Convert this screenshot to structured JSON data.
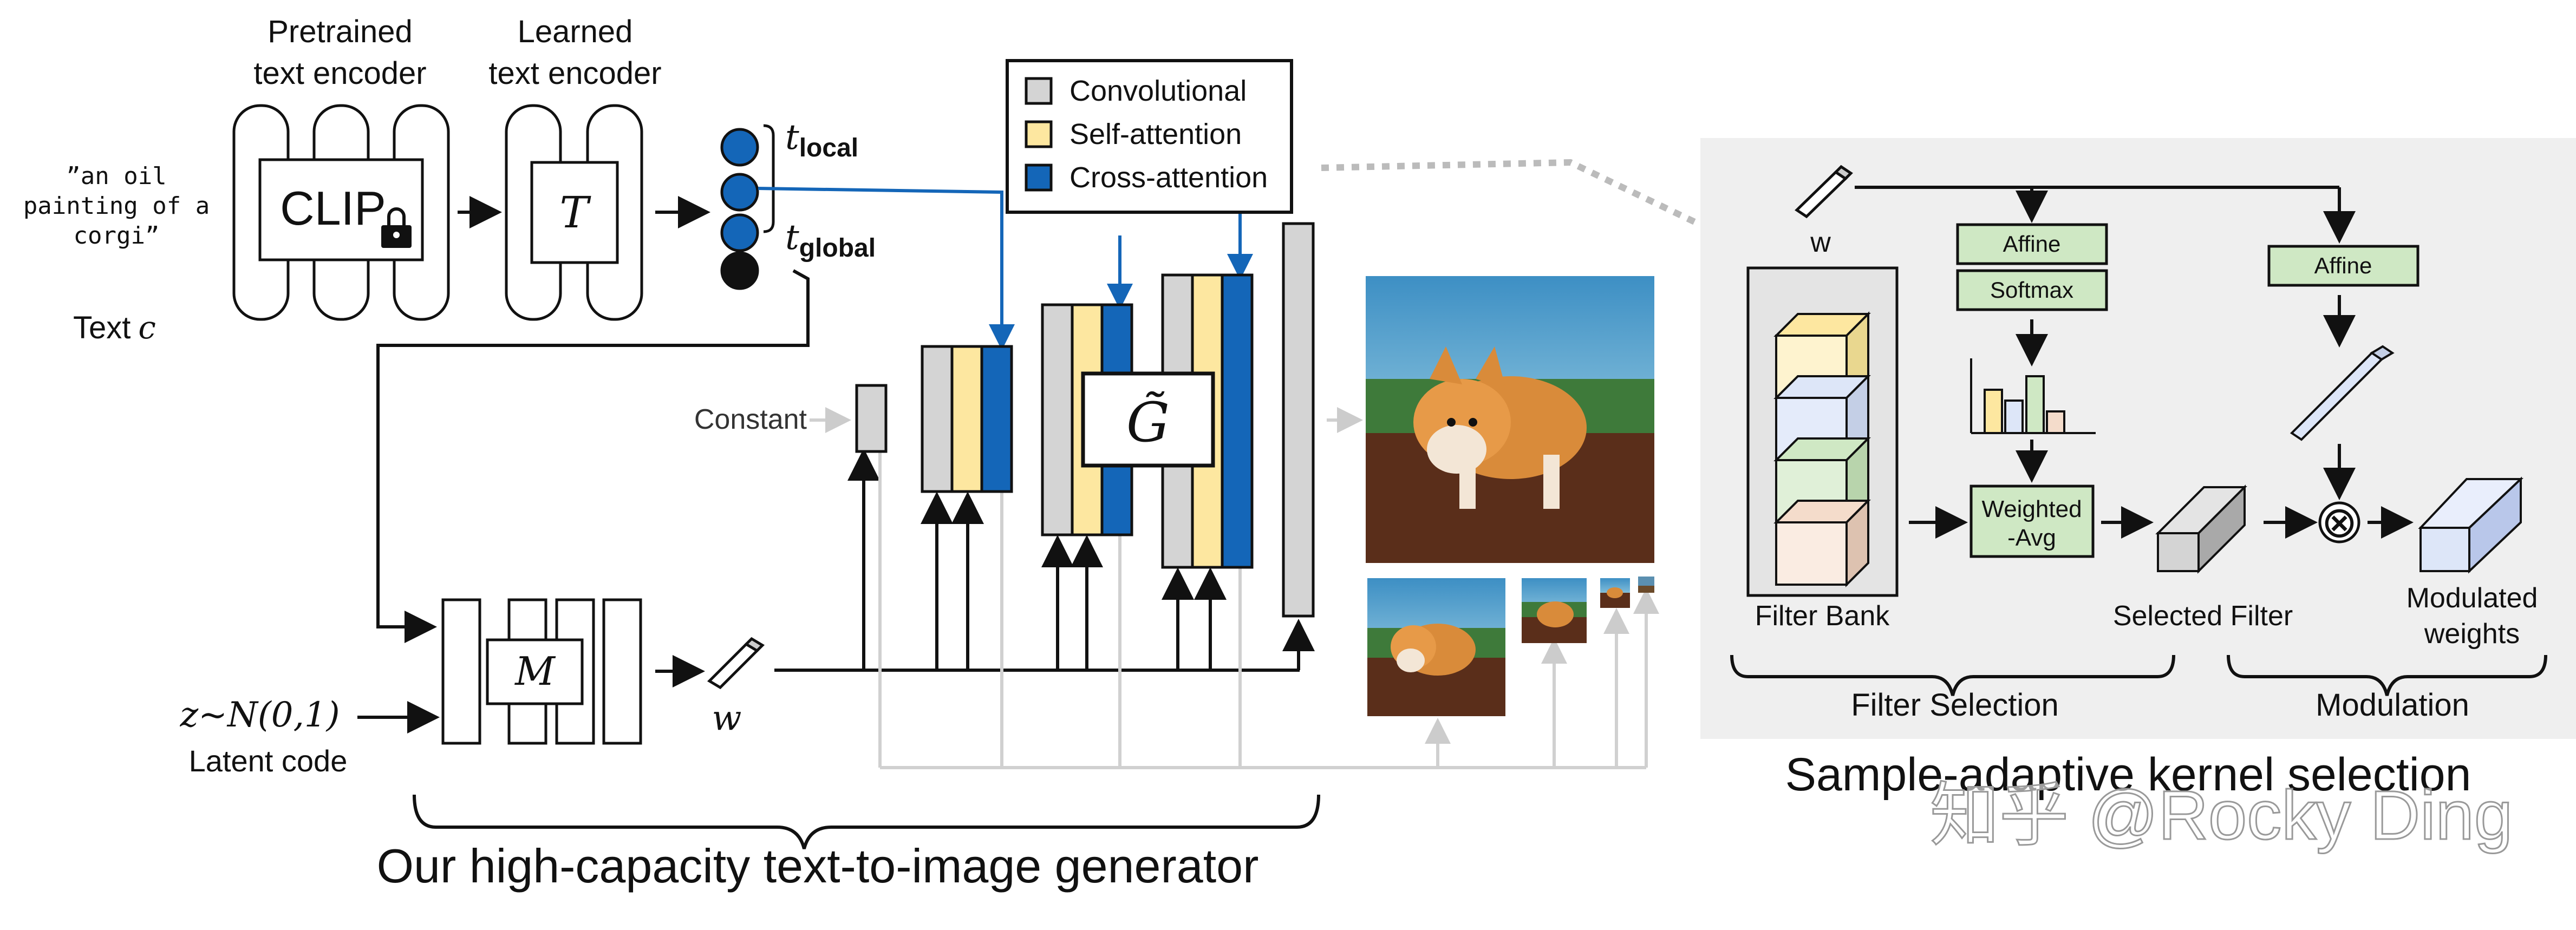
{
  "input": {
    "prompt_lines": [
      "”an oil",
      "painting of a",
      "corgi”"
    ],
    "text_c_prefix": "Text",
    "text_c_symbol": "c"
  },
  "encoders": {
    "pretrained_label_lines": [
      "Pretrained",
      "text encoder"
    ],
    "clip_label": "CLIP",
    "learned_label_lines": [
      "Learned",
      "text encoder"
    ],
    "t_label": "T",
    "t_local_base": "t",
    "t_local_sub": "local",
    "t_global_base": "t",
    "t_global_sub": "global"
  },
  "mapping": {
    "latent_formula": "z~N(0,1)",
    "latent_label": "Latent code",
    "m_label": "M",
    "w_label": "w"
  },
  "generator": {
    "constant_label": "Constant",
    "g_label": "G̃",
    "caption": "Our high-capacity text-to-image generator"
  },
  "legend": {
    "items": [
      {
        "label": "Convolutional",
        "color": "#d4d4d4"
      },
      {
        "label": "Self-attention",
        "color": "#fde7a0"
      },
      {
        "label": "Cross-attention",
        "color": "#1466b8"
      }
    ]
  },
  "kernel_panel": {
    "w_label": "w",
    "affine_label": "Affine",
    "softmax_label": "Softmax",
    "affine2_label": "Affine",
    "weighted_avg_lines": [
      "Weighted",
      "-Avg"
    ],
    "filter_bank_label": "Filter Bank",
    "selected_filter_label": "Selected Filter",
    "modulated_lines": [
      "Modulated",
      "weights"
    ],
    "filter_selection_label": "Filter Selection",
    "modulation_label": "Modulation",
    "title": "Sample-adaptive kernel selection",
    "times_symbol": "⊗"
  },
  "watermark": "知乎 @Rocky Ding",
  "colors": {
    "blue": "#1466b8",
    "yellow": "#fde7a0",
    "gray": "#d4d4d4",
    "green": "#cfe8c4",
    "panel": "#efefef",
    "arrow": "#111111",
    "light_arrow": "#cccccc"
  }
}
